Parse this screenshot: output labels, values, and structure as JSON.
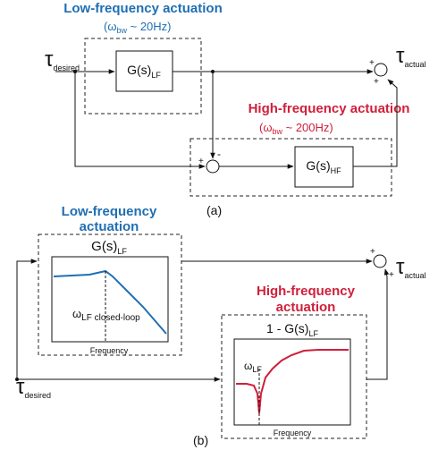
{
  "colors": {
    "low_frequency": "#1f6fb4",
    "high_frequency": "#d01f3a",
    "line": "#111111"
  },
  "panel_a": {
    "caption": "(a)",
    "lf_title": "Low-frequency actuation",
    "lf_bandwidth": {
      "open": "(ω",
      "sub": "bw",
      "rest": " ~ 20Hz)"
    },
    "hf_title": "High-frequency actuation",
    "hf_bandwidth": {
      "open": "(ω",
      "sub": "bw",
      "rest": " ~ 200Hz)"
    },
    "input": {
      "symbol": "τ",
      "sub": "desired"
    },
    "output": {
      "symbol": "τ",
      "sub": "actual"
    },
    "lf_block": {
      "main": "G(s)",
      "sub": "LF"
    },
    "hf_block": {
      "main": "G(s)",
      "sub": "HF"
    },
    "sum_signs": {
      "out_left": "+",
      "out_bottom": "+",
      "hf_left": "+",
      "hf_top": "-"
    }
  },
  "panel_b": {
    "caption": "(b)",
    "lf_title_line1": "Low-frequency",
    "lf_title_line2": "actuation",
    "hf_title_line1": "High-frequency",
    "hf_title_line2": "actuation",
    "lf_block": {
      "main": "G(s)",
      "sub": "LF"
    },
    "hf_block": {
      "main": "1 - G(s)",
      "sub": "LF"
    },
    "lf_plot": {
      "xlabel": "Frequency",
      "annotation": {
        "symbol": "ω",
        "sub": "LF closed-loop"
      }
    },
    "hf_plot": {
      "xlabel": "Frequency",
      "annotation": {
        "symbol": "ω",
        "sub": "LF"
      }
    },
    "input": {
      "symbol": "τ",
      "sub": "desired"
    },
    "output": {
      "symbol": "τ",
      "sub": "actual"
    },
    "sum_signs": {
      "top": "+",
      "right": "+"
    }
  }
}
